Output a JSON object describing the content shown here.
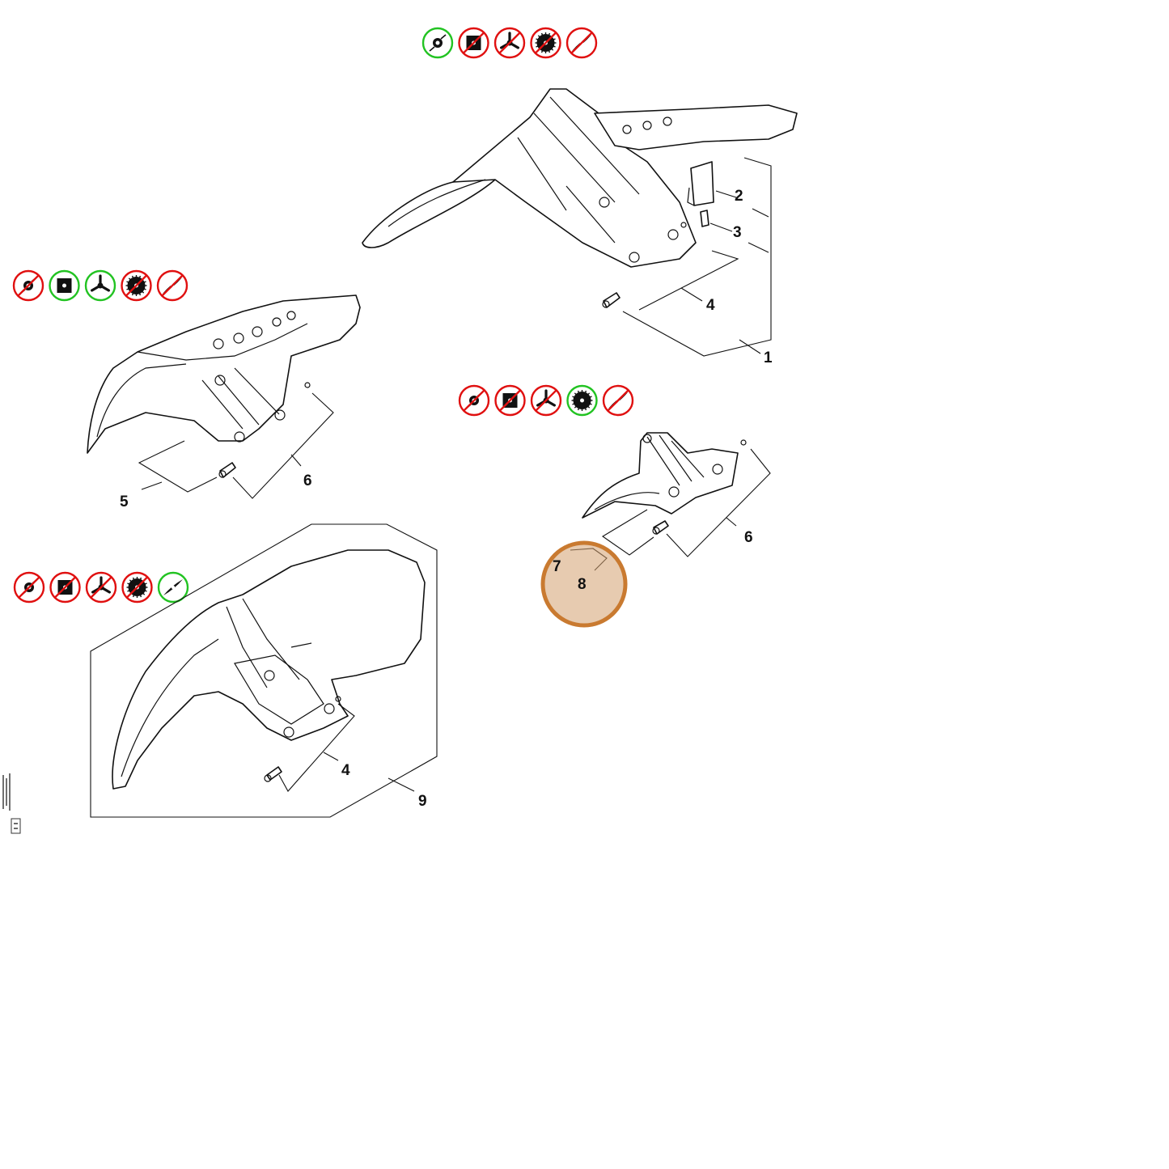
{
  "diagram": {
    "callouts": {
      "c1": "1",
      "c2": "2",
      "c3": "3",
      "c4a": "4",
      "c5": "5",
      "c6a": "6",
      "c6b": "6",
      "c7": "7",
      "c8": "8",
      "c4b": "4",
      "c9": "9"
    },
    "icon_groups": [
      {
        "id": "group-top",
        "icons": [
          {
            "icon": "line-head-icon",
            "allowed": true
          },
          {
            "icon": "square-blade-icon",
            "allowed": false
          },
          {
            "icon": "three-tooth-blade-icon",
            "allowed": false
          },
          {
            "icon": "circular-saw-blade-icon",
            "allowed": false
          },
          {
            "icon": "two-tooth-blade-icon",
            "allowed": false
          }
        ]
      },
      {
        "id": "group-left",
        "icons": [
          {
            "icon": "line-head-icon",
            "allowed": false
          },
          {
            "icon": "square-blade-icon",
            "allowed": true
          },
          {
            "icon": "three-tooth-blade-icon",
            "allowed": true
          },
          {
            "icon": "circular-saw-blade-icon",
            "allowed": false
          },
          {
            "icon": "two-tooth-blade-icon",
            "allowed": false
          }
        ]
      },
      {
        "id": "group-mid",
        "icons": [
          {
            "icon": "line-head-icon",
            "allowed": false
          },
          {
            "icon": "square-blade-icon",
            "allowed": false
          },
          {
            "icon": "three-tooth-blade-icon",
            "allowed": false
          },
          {
            "icon": "circular-saw-blade-icon",
            "allowed": true
          },
          {
            "icon": "two-tooth-blade-icon",
            "allowed": false
          }
        ]
      },
      {
        "id": "group-bottom",
        "icons": [
          {
            "icon": "line-head-icon",
            "allowed": false
          },
          {
            "icon": "square-blade-icon",
            "allowed": false
          },
          {
            "icon": "three-tooth-blade-icon",
            "allowed": false
          },
          {
            "icon": "circular-saw-blade-icon",
            "allowed": false
          },
          {
            "icon": "two-tooth-blade-icon",
            "allowed": true
          }
        ]
      }
    ],
    "colors": {
      "allowed": "#22c322",
      "forbidden": "#e01010",
      "highlight": "#d3a06f",
      "highlight_border": "#c97a30"
    },
    "highlighted_callout": "8"
  }
}
